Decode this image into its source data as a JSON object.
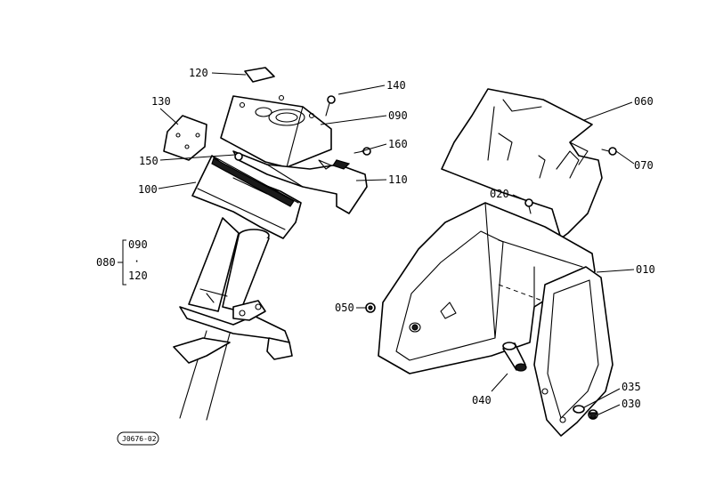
{
  "drawing_code": "J0676-02",
  "callouts": {
    "p120_top": "120",
    "p140": "140",
    "p130": "130",
    "p090": "090",
    "p160": "160",
    "p150": "150",
    "p110": "110",
    "p100": "100",
    "p080": "080",
    "p080_from": "090",
    "p080_to": "120",
    "p060": "060",
    "p070": "070",
    "p020": "020",
    "p010": "010",
    "p050": "050",
    "p040": "040",
    "p035": "035",
    "p030": "030"
  }
}
